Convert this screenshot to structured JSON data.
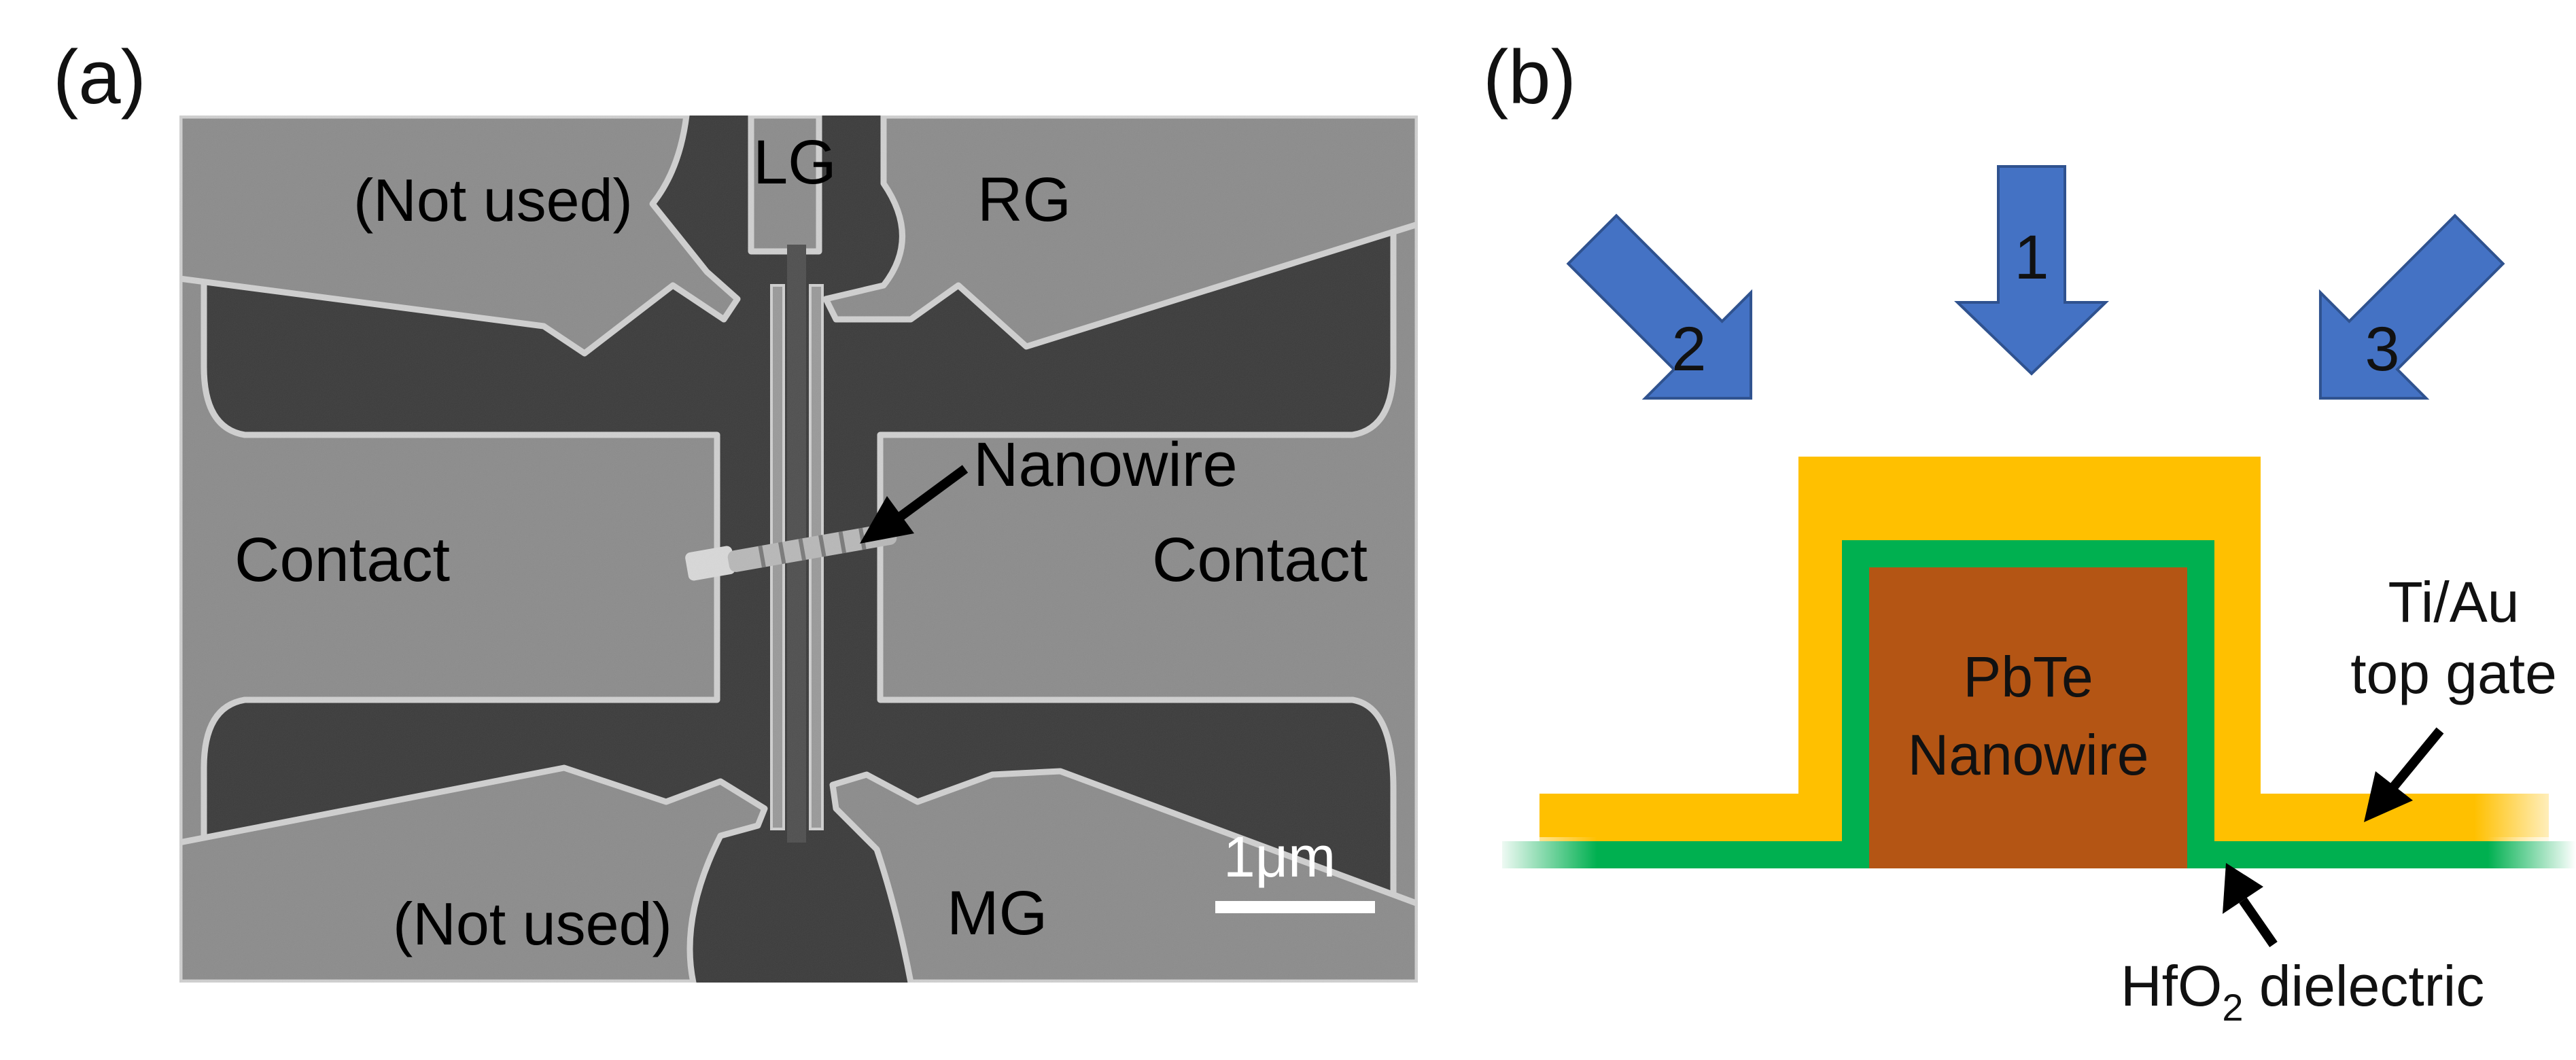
{
  "panel_a": {
    "label": "(a)",
    "labels": {
      "lg": "LG",
      "rg": "RG",
      "mg": "MG",
      "not_used_top": "(Not used)",
      "not_used_bottom": "(Not used)",
      "contact_left": "Contact",
      "contact_right": "Contact",
      "nanowire": "Nanowire",
      "scale_bar": "1μm"
    }
  },
  "panel_b": {
    "label": "(b)",
    "arrows": {
      "one": "1",
      "two": "2",
      "three": "3"
    },
    "nanowire_line1": "PbTe",
    "nanowire_line2": "Nanowire",
    "gate_line1": "Ti/Au",
    "gate_line2": "top gate",
    "dielectric_pre": "HfO",
    "dielectric_sub": "2",
    "dielectric_post": " dielectric"
  },
  "colors": {
    "sem_background": "#3c3c3c",
    "metal": "#8c8c8c",
    "metal_edge": "#cfcfcf",
    "arrow_blue": "#4472c4",
    "gold": "#ffc000",
    "green": "#00b050",
    "pbte_brown": "#b45514"
  }
}
